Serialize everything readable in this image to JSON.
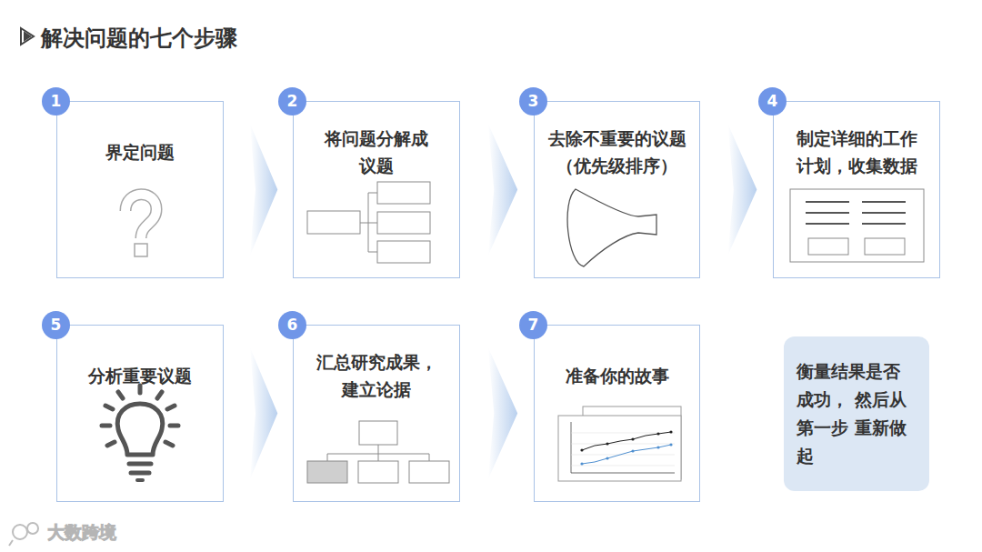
{
  "diagram": {
    "title": "解决问题的七个步骤",
    "nodes": [
      {
        "text": [
          "界定问题"
        ]
      },
      {
        "text": [
          "1"
        ],
        "in": 0
      },
      {
        "text": [
          "将问题分解成 议题"
        ]
      },
      {
        "text": [
          "2"
        ],
        "in": 2
      },
      {
        "text": [
          "去除不重要的议题 （优先级排序）"
        ]
      },
      {
        "text": [
          "3"
        ],
        "in": 4
      },
      {
        "text": [
          "制定详细的工作 计划，收集数据"
        ]
      },
      {
        "text": [
          "4"
        ],
        "in": 6
      },
      {
        "text": [
          "分析重要议题"
        ]
      },
      {
        "text": [
          "5"
        ],
        "in": 8
      },
      {
        "text": [
          "汇总研究成果， 建立论据"
        ]
      },
      {
        "text": [
          "6"
        ],
        "in": 10
      },
      {
        "text": [
          "准备你的故事"
        ]
      },
      {
        "text": [
          "7"
        ],
        "in": 12
      },
      {
        "text": [
          "衡量结果是否 成功， 然后从第一步 重新做起"
        ]
      }
    ],
    "edges": [
      {
        "from": 0,
        "to": 2,
        "arrow": "to"
      },
      {
        "from": 2,
        "to": 4,
        "arrow": "to"
      },
      {
        "from": 4,
        "to": 6,
        "arrow": "to"
      },
      {
        "from": 8,
        "to": 10,
        "arrow": "to"
      },
      {
        "from": 10,
        "to": 12,
        "arrow": "to"
      }
    ],
    "labels": [
      "大数跨境"
    ]
  }
}
